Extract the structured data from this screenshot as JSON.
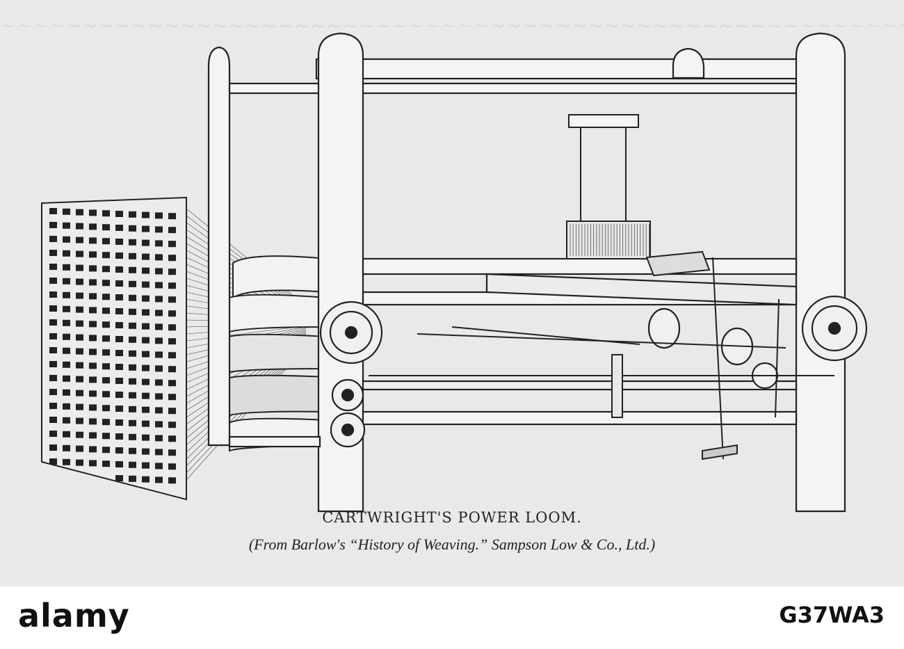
{
  "caption": {
    "title": "CARTWRIGHT'S POWER LOOM.",
    "source": "(From Barlow's “History of Weaving.” Sampson Low & Co., Ltd.)"
  },
  "footer": {
    "logo_text": "alamy",
    "image_id": "G37WA3"
  },
  "colors": {
    "paper": "#e9e9e9",
    "ink": "#222222",
    "footer_bg": "#ffffff"
  }
}
